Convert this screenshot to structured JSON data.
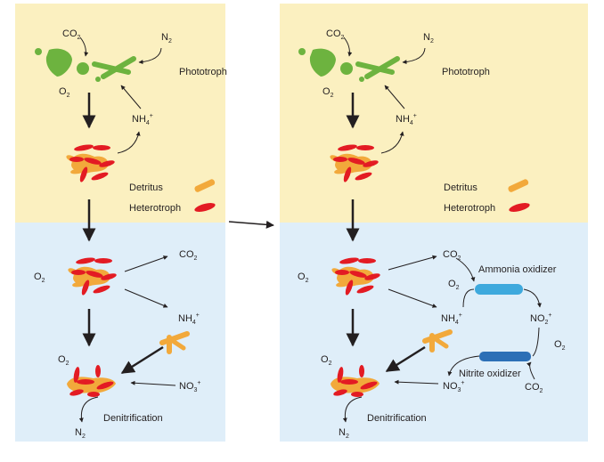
{
  "colors": {
    "upper_panel": "#fbf0c0",
    "lower_panel": "#dfeef9",
    "phototroph": "#6db33f",
    "detritus": "#f2a93b",
    "heterotroph": "#e31b23",
    "ammonia_oxidizer": "#3ea9dd",
    "nitrite_oxidizer": "#2c6fb6",
    "ink": "#231f20"
  },
  "labels": {
    "phototroph": "Phototroph",
    "detritus": "Detritus",
    "heterotroph": "Heterotroph",
    "denitrification": "Denitrification",
    "ammonia_oxidizer": "Ammonia oxidizer",
    "nitrite_oxidizer": "Nitrite oxidizer"
  },
  "chem": {
    "co2": {
      "main": "CO",
      "sub": "2"
    },
    "n2": {
      "main": "N",
      "sub": "2"
    },
    "o2": {
      "main": "O",
      "sub": "2"
    },
    "nh4": {
      "main": "NH",
      "sub": "4",
      "sup": "+"
    },
    "no3": {
      "main": "NO",
      "sub": "3",
      "sup": "+"
    },
    "no2": {
      "main": "NO",
      "sub": "2",
      "sup": "+"
    }
  }
}
